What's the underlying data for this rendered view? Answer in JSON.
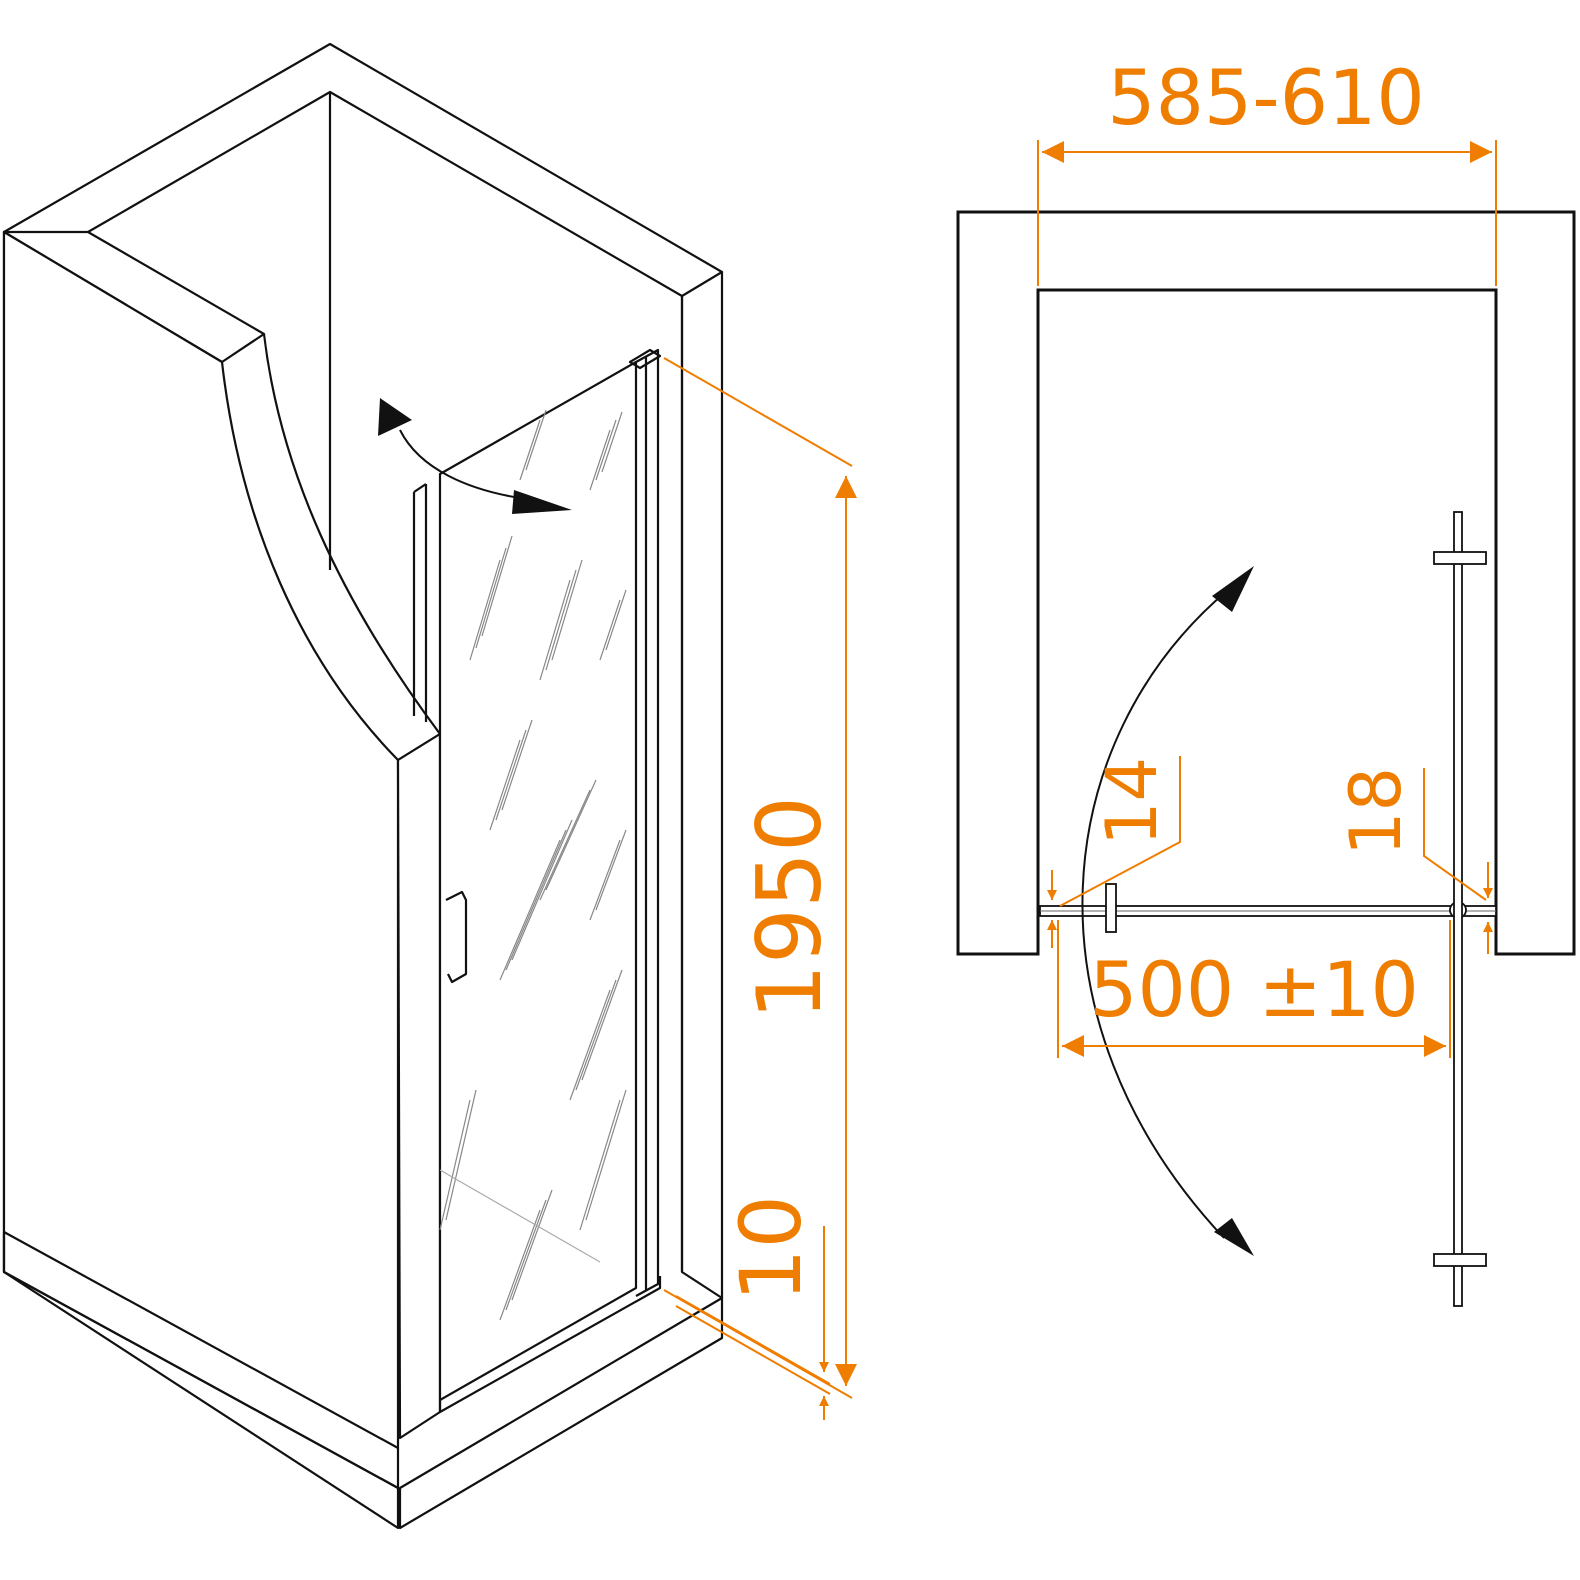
{
  "colors": {
    "line": "#111111",
    "dimension": "#ef7d00",
    "glass_hatch": "#888888"
  },
  "dimensions": {
    "opening_width": "585-610",
    "door_height": "1950",
    "bottom_gap": "10",
    "hinge_profile": "14",
    "wall_profile": "18",
    "door_width": "500 ±10"
  },
  "icons": {
    "swing_arrow_iso": "curved-double-arrow-icon",
    "swing_arrow_plan": "curved-double-arrow-icon"
  }
}
